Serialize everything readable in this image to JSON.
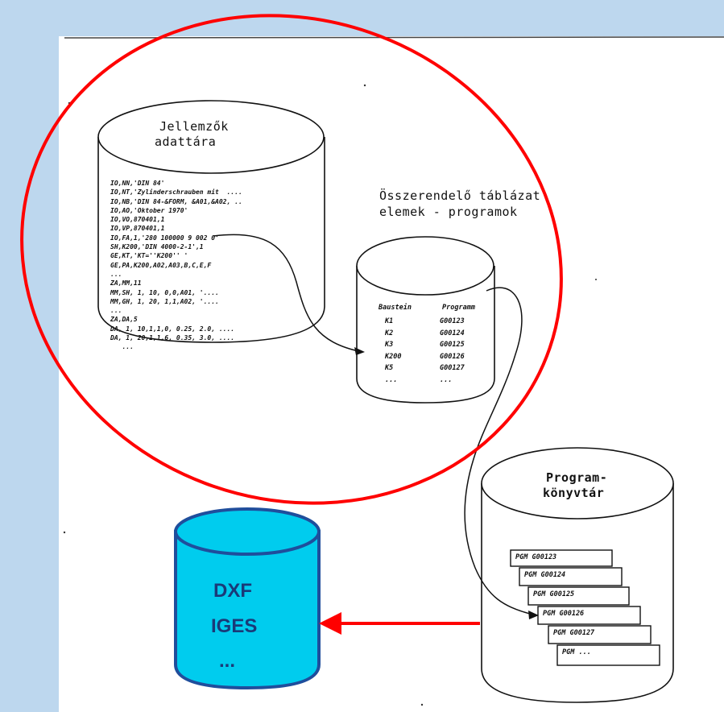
{
  "colors": {
    "background": "#bdd7ee",
    "highlight_ellipse": "#ff0000",
    "export_arrow": "#ff0000",
    "export_db_fill": "#00ccee",
    "export_db_stroke": "#1f4e9c",
    "export_text": "#1a3a78"
  },
  "features_db": {
    "title_line1": "Jellemzők",
    "title_line2": "adattára",
    "records": [
      "IO,NN,'DIN 84'",
      "IO,NT,'Zylinderschrauben mit  ....",
      "IO,NB,'DIN 84-&FORM, &A01,&A02, ..",
      "IO,AO,'Oktober 1970'",
      "IO,VO,870401,1",
      "IO,VP,870401,1",
      "IO,FA,1,'280 100000 9 002 0'",
      "SH,K200,'DIN 4000-2-1',1",
      "GE,KT,'KT=''K200'' '",
      "GE,PA,K200,A02,A03,B,C,E,F",
      "...",
      "ZA,MM,11",
      "MM,SH, 1, 10, 0,0,A01, '....",
      "MM,GH, 1, 20, 1,1,A02, '....",
      "...",
      "ZA,DA,5",
      "DA, 1, 10,1,1,0, 0.25, 2.0, ....",
      "DA, 1, 20,1,1,6, 0.35, 3.0, ....",
      "   ..."
    ]
  },
  "mapping_table": {
    "title_line1": "Összerendelő táblázat",
    "title_line2": "elemek - programok",
    "col1_header": "Baustein",
    "col2_header": "Programm",
    "rows": [
      {
        "element": "K1",
        "program": "G00123"
      },
      {
        "element": "K2",
        "program": "G00124"
      },
      {
        "element": "K3",
        "program": "G00125"
      },
      {
        "element": "K200",
        "program": "G00126"
      },
      {
        "element": "K5",
        "program": "G00127"
      },
      {
        "element": "...",
        "program": "..."
      }
    ]
  },
  "program_library": {
    "title_line1": "Program-",
    "title_line2": "könyvtár",
    "entries": [
      "PGM G00123",
      "PGM G00124",
      "PGM G00125",
      "PGM G00126",
      "PGM G00127",
      "PGM ..."
    ]
  },
  "export_db": {
    "line1": "DXF",
    "line2": "IGES",
    "line3": "..."
  }
}
